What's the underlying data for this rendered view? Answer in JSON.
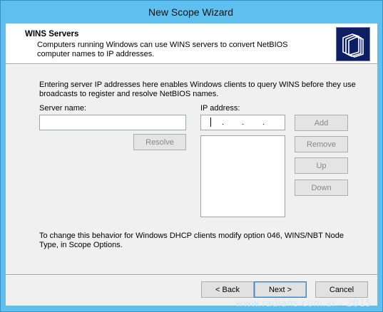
{
  "window": {
    "title": "New Scope Wizard"
  },
  "header": {
    "title": "WINS Servers",
    "subtitle": "Computers running Windows can use WINS servers to convert NetBIOS computer names to IP addresses."
  },
  "body": {
    "intro": "Entering server IP addresses here enables Windows clients to query WINS before they use broadcasts to register and resolve NetBIOS names.",
    "server_name_label": "Server name:",
    "server_name_value": "",
    "ip_label": "IP address:",
    "ip_dot": ".",
    "resolve_label": "Resolve",
    "add_label": "Add",
    "remove_label": "Remove",
    "up_label": "Up",
    "down_label": "Down",
    "note": "To change this behavior for Windows DHCP clients modify option 046, WINS/NBT Node Type, in Scope Options."
  },
  "footer": {
    "back_label": "< Back",
    "next_label": "Next >",
    "cancel_label": "Cancel"
  },
  "watermark": "www.radians.com.ar - 2015",
  "colors": {
    "frame": "#5dc0ee",
    "logo_bg": "#0d1e63",
    "dialog_bg": "#f0f0f0"
  }
}
